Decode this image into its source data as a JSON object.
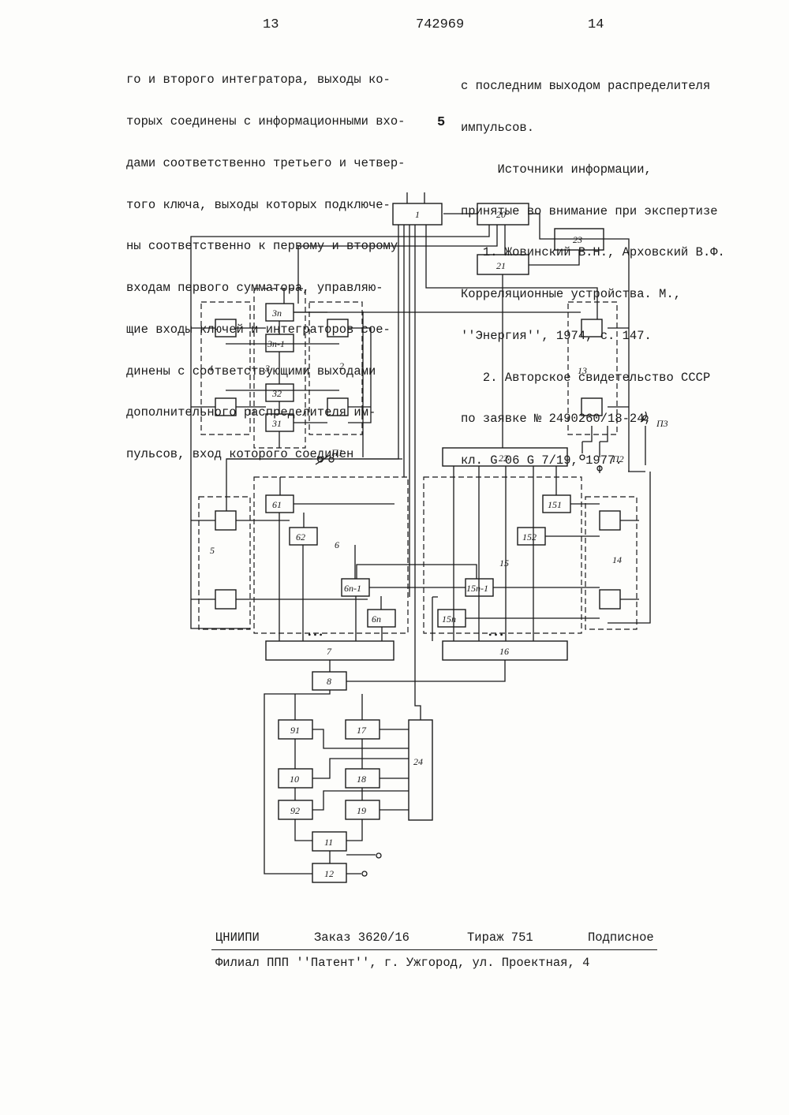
{
  "header": {
    "page_left": "13",
    "patent_number": "742969",
    "page_right": "14"
  },
  "left_column": [
    "го и второго интегратора, выходы ко-",
    "торых соединены с информационными вхо-",
    "дами соответственно третьего и четвер-",
    "того ключа, выходы которых подключе-",
    "ны соответственно к первому и второму",
    "входам первого сумматора, управляю-",
    "щие входы ключей и интеграторов сое-",
    "динены с соответствующими выходами",
    "дополнительного распределителя им-",
    "пульсов, вход которого соединен"
  ],
  "line_marker": "5",
  "right_column": [
    "с последним выходом распределителя",
    "импульсов.",
    "     Источники информации,",
    "принятые во внимание при экспертизе",
    "   1. Жовинский В.Н., Арховский В.Ф.",
    "Корреляционные устройства. М.,",
    "''Энергия'', 1974, с. 147.",
    "   2. Авторское свидетельство СССР",
    "по заявке № 2490260/18-24,",
    "кл. G 06 G 7/19, 1977."
  ],
  "diagram": {
    "labels": {
      "b1": "1",
      "b20": "20",
      "b23": "23",
      "b21": "21",
      "b3n": "3п",
      "b3n1": "3п-1",
      "b32": "32",
      "b31": "31",
      "g2": "2",
      "g3": "3",
      "g4": "4",
      "g13": "13",
      "g5": "5",
      "g6": "6",
      "g14": "14",
      "g15": "15",
      "b22": "22",
      "b61": "61",
      "b62": "62",
      "b6n1": "6п-1",
      "b6n": "6п",
      "b151": "151",
      "b152": "152",
      "b15n1": "15п-1",
      "b15n": "15п",
      "b7": "7",
      "b16": "16",
      "b8": "8",
      "b91": "91",
      "b92": "92",
      "b10": "10",
      "b11": "11",
      "b12": "12",
      "b17": "17",
      "b18": "18",
      "b19": "19",
      "b24": "24",
      "sw1": "П1",
      "sw2": "П2",
      "sw3": "П3",
      "dots": "• • •"
    }
  },
  "footer": {
    "org": "ЦНИИПИ",
    "order": "Заказ 3620/16",
    "circulation": "Тираж 751",
    "subscription": "Подписное",
    "address": "Филиал ППП ''Патент'', г. Ужгород, ул. Проектная, 4"
  }
}
